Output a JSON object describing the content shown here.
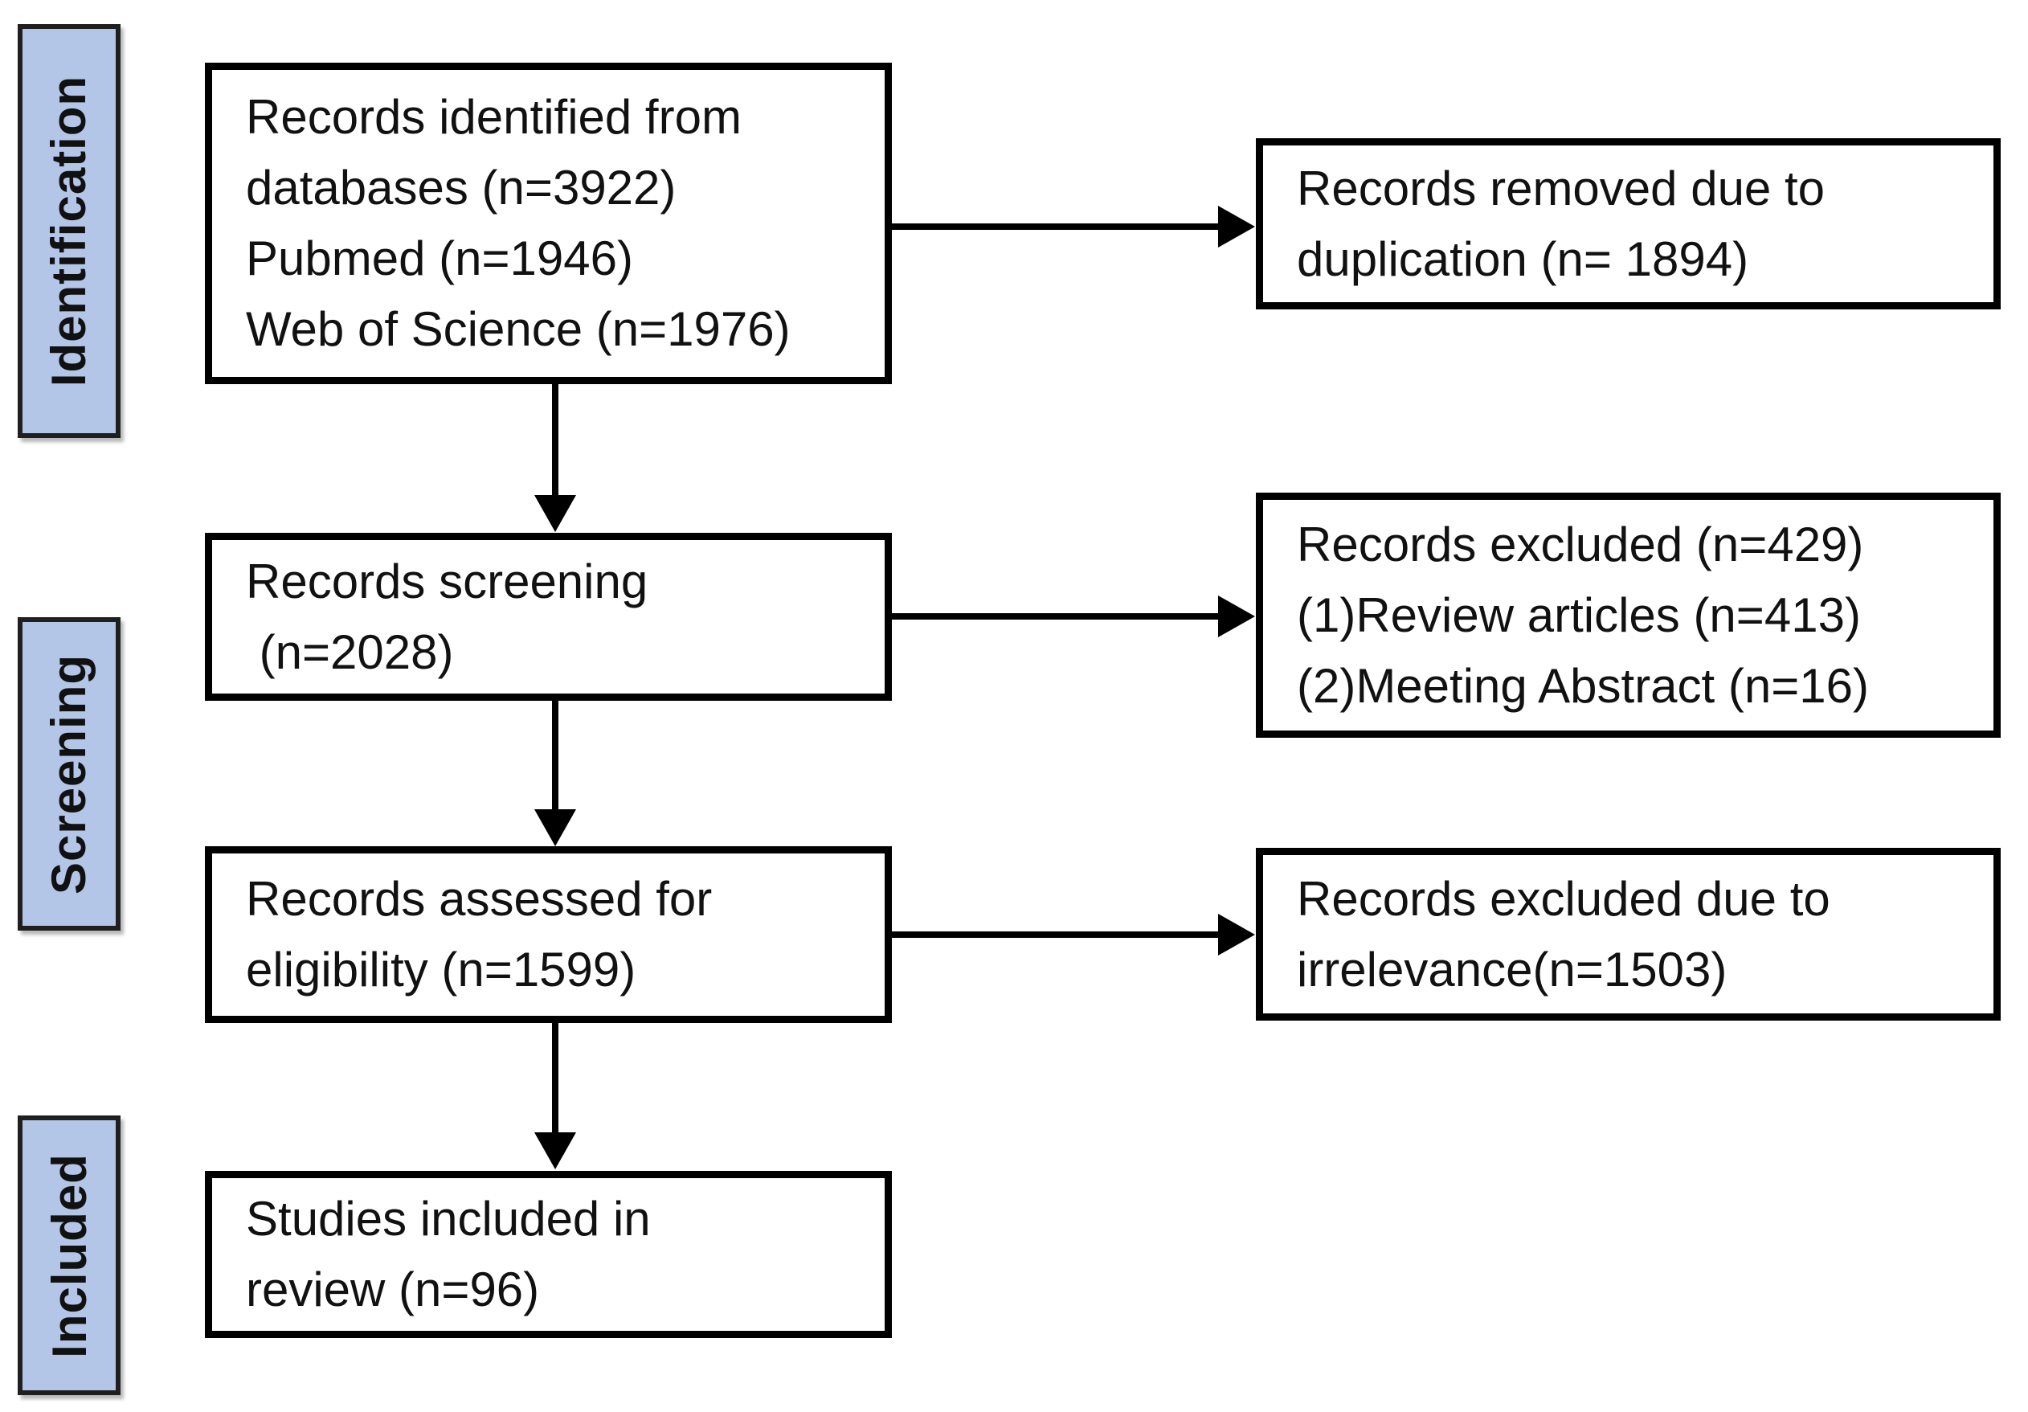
{
  "stages": [
    {
      "label": "Identification"
    },
    {
      "label": "Screening"
    },
    {
      "label": "Included"
    }
  ],
  "boxes": {
    "identified": "Records identified from\ndatabases (n=3922)\nPubmed (n=1946)\nWeb of Science (n=1976)",
    "removed_duplication": "Records removed due to\nduplication (n= 1894)",
    "screening": "Records screening\n (n=2028)",
    "excluded_screening": "Records excluded (n=429)\n(1)Review articles (n=413)\n(2)Meeting Abstract (n=16)",
    "assessed": "Records assessed for\neligibility (n=1599)",
    "excluded_irrelevance": "Records excluded due to\nirrelevance(n=1503)",
    "included_review": "Studies included in\nreview (n=96)"
  },
  "colors": {
    "background": "#ffffff",
    "box_fill": "#ffffff",
    "box_border": "#000000",
    "stage_label_fill": "#b4c6e7",
    "stage_label_border": "#1f1f1f",
    "arrow": "#000000",
    "text": "#111111"
  }
}
